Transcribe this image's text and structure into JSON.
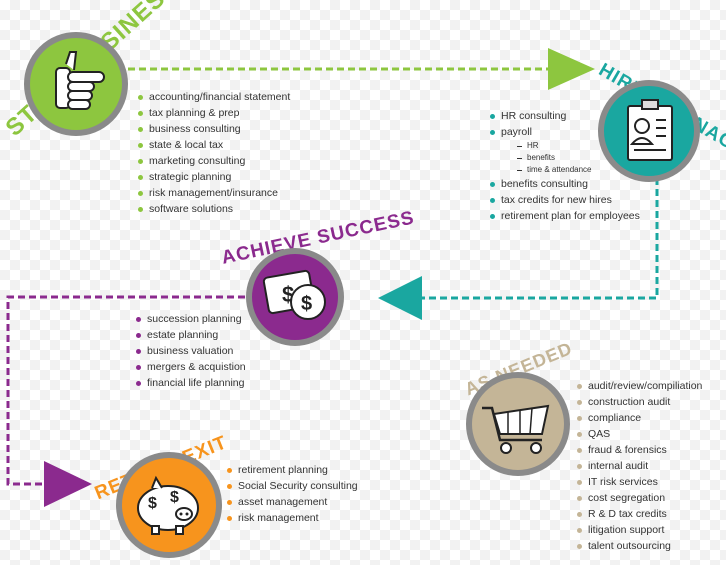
{
  "colors": {
    "green": "#8dc63f",
    "teal": "#1aa7a0",
    "purple": "#8b2a8e",
    "beige": "#c4b597",
    "orange": "#f7941d",
    "gray": "#8a8a8a"
  },
  "stages": {
    "start": {
      "title": "START BUSINESS",
      "icon": "pointing-hand-icon",
      "items": [
        "accounting/financial statement",
        "tax planning & prep",
        "business consulting",
        "state & local tax",
        "marketing consulting",
        "strategic planning",
        "risk management/insurance",
        "software solutions"
      ]
    },
    "hire": {
      "title": "HIRE & MANAGE",
      "icon": "clipboard-person-icon",
      "items": [
        "HR consulting",
        "payroll",
        "benefits consulting",
        "tax credits for new hires",
        "retirement plan for employees"
      ],
      "payroll_sub": [
        "HR",
        "benefits",
        "time & attendance"
      ]
    },
    "achieve": {
      "title": "ACHIEVE SUCCESS",
      "icon": "money-icon",
      "items": [
        "succession planning",
        "estate planning",
        "business valuation",
        "mergers & acquistion",
        "financial life planning"
      ]
    },
    "retire": {
      "title": "RETIRE | EXIT",
      "icon": "piggy-bank-icon",
      "items": [
        "retirement planning",
        "Social Security consulting",
        "asset management",
        "risk management"
      ]
    },
    "needed": {
      "title": "AS NEEDED",
      "icon": "shopping-cart-icon",
      "items": [
        "audit/review/compiliation",
        "construction audit",
        "compliance",
        "QAS",
        "fraud & forensics",
        "internal audit",
        "IT risk services",
        "cost segregation",
        "R & D tax credits",
        "litigation support",
        "talent outsourcing"
      ]
    }
  }
}
